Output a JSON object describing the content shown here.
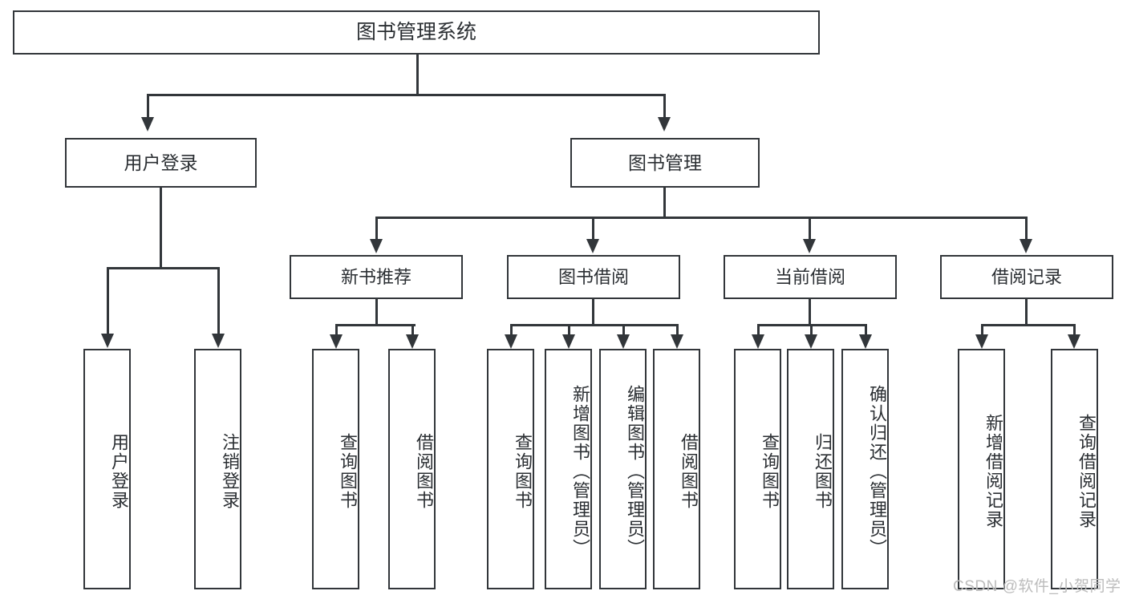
{
  "diagram": {
    "title": "图书管理系统",
    "type": "hierarchy-tree",
    "root": {
      "label": "图书管理系统"
    },
    "level2": [
      {
        "label": "用户登录"
      },
      {
        "label": "图书管理"
      }
    ],
    "level3": [
      {
        "label": "新书推荐"
      },
      {
        "label": "图书借阅"
      },
      {
        "label": "当前借阅"
      },
      {
        "label": "借阅记录"
      }
    ],
    "leaves": {
      "user_login": [
        {
          "label": "用户登录"
        },
        {
          "label": "注销登录"
        }
      ],
      "new_book_recommend": [
        {
          "label": "查询图书"
        },
        {
          "label": "借阅图书"
        }
      ],
      "book_borrow": [
        {
          "label": "查询图书"
        },
        {
          "label": "新增图书（管理员）"
        },
        {
          "label": "编辑图书（管理员）"
        },
        {
          "label": "借阅图书"
        }
      ],
      "current_borrow": [
        {
          "label": "查询图书"
        },
        {
          "label": "归还图书"
        },
        {
          "label": "确认归还（管理员）"
        }
      ],
      "borrow_record": [
        {
          "label": "新增借阅记录"
        },
        {
          "label": "查询借阅记录"
        }
      ]
    }
  },
  "watermark": {
    "text": "CSDN @软件_小贺同学"
  },
  "colors": {
    "stroke": "#32363a",
    "text": "#2b2f33",
    "background": "#ffffff",
    "watermark": "#bcbcbc"
  }
}
